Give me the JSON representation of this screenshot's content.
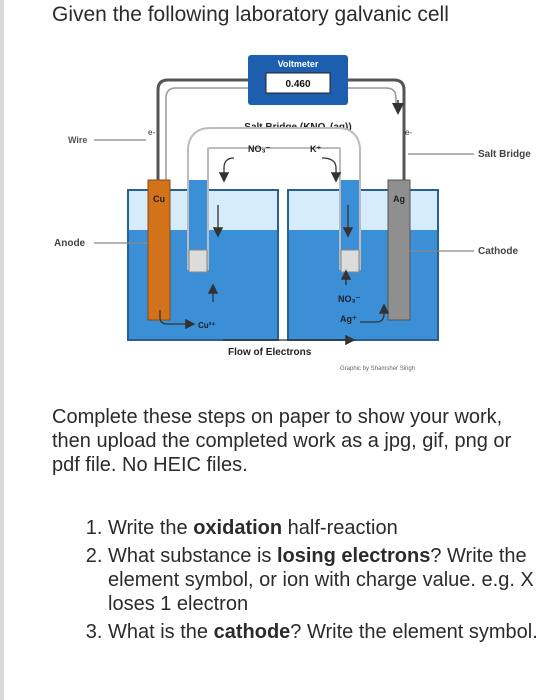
{
  "title": "Given the following laboratory galvanic cell",
  "diagram": {
    "voltmeter_label": "Voltmeter",
    "voltmeter_reading": "0.460",
    "salt_bridge_title": "Salt Bridge (KNO₃(aq))",
    "no3_top": "NO₃⁻",
    "k_plus": "K⁺",
    "electron_left": "e-",
    "electron_right": "e-",
    "label_wire": "Wire",
    "label_anode": "Anode",
    "label_salt_bridge": "Salt Bridge",
    "label_cathode": "Cathode",
    "electrode_left": "Cu",
    "electrode_right": "Ag",
    "cu_ion": "Cu²⁺",
    "no3_bottom": "NO₃⁻",
    "ag_ion": "Ag⁺",
    "flow_label": "Flow of Electrons",
    "credit": "Graphic by Shamsher Singh",
    "colors": {
      "solution": "#3b8fd6",
      "beaker_top": "#d6ecfa",
      "copper": "#d2731c",
      "silver": "#8f8f8f",
      "wire": "#555555"
    }
  },
  "instructions": "Complete these steps on paper to show your work, then upload the completed work as a jpg, gif, png or pdf file. No HEIC files.",
  "steps": [
    {
      "pre": "Write the ",
      "bold": "oxidation",
      "post": " half-reaction"
    },
    {
      "pre": "What substance is ",
      "bold": "losing electrons",
      "post": "? Write the element symbol, or ion with charge value. e.g. X loses 1 electron"
    },
    {
      "pre": "What is the ",
      "bold": "cathode",
      "post": "? Write the element symbol."
    }
  ]
}
